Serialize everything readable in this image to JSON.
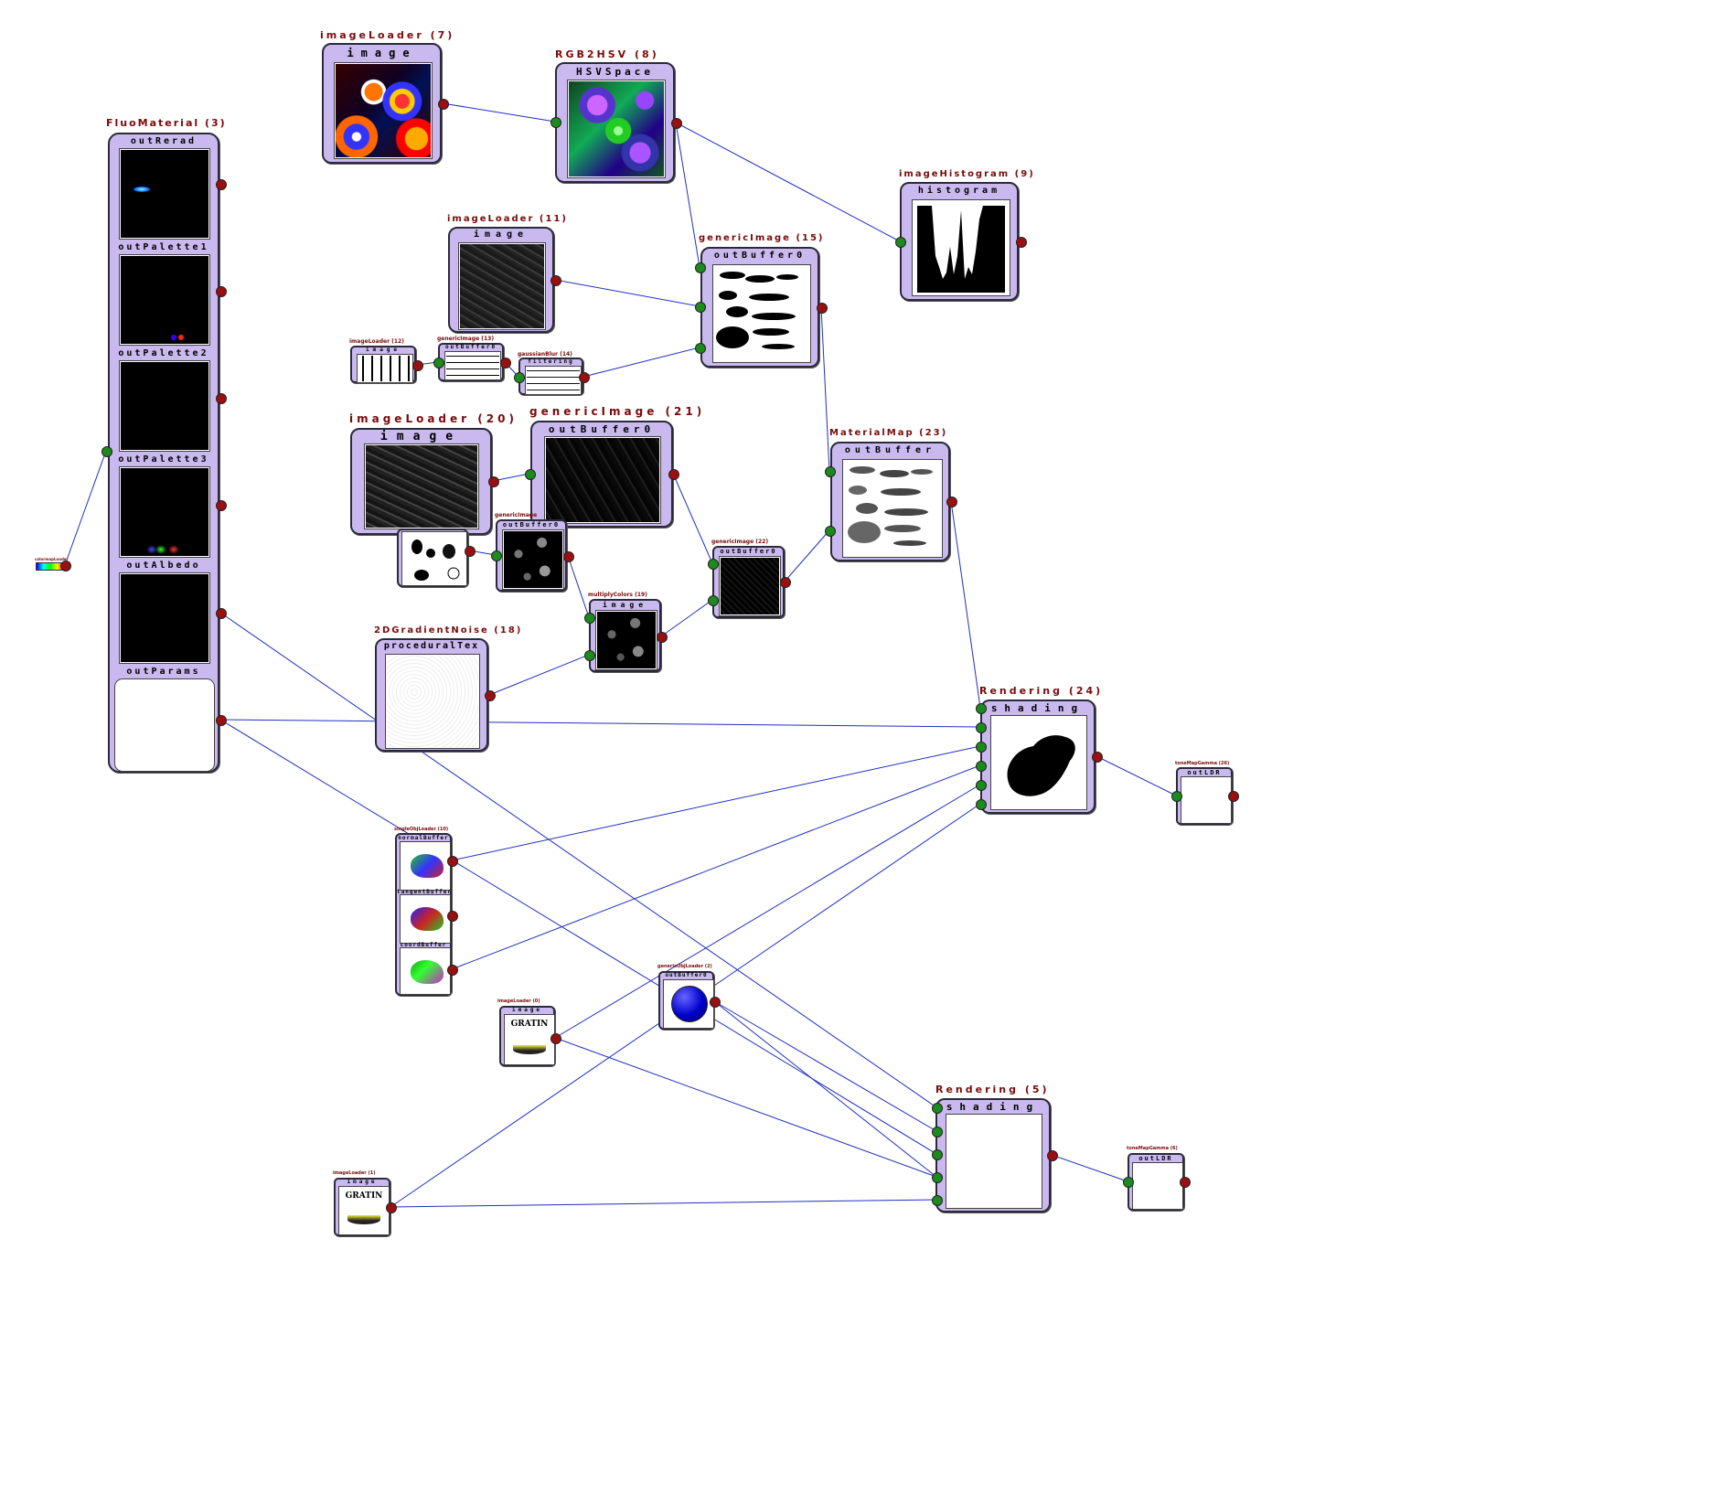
{
  "colors": {
    "node_fill": "#c9b9ee",
    "title_text": "#7a0a0a",
    "wire": "#2030c0",
    "input_port": "#1c8a1c",
    "output_port": "#9a1010"
  },
  "nodes": [
    {
      "id": "fluomaterial-3",
      "title": "FluoMaterial (3)",
      "slots": [
        "outRerad",
        "outPalette1",
        "outPalette2",
        "outPalette3",
        "outAlbedo",
        "outParams"
      ]
    },
    {
      "id": "colormap-small",
      "title": "colormapLoader",
      "slots": []
    },
    {
      "id": "imageloader-7",
      "title": "imageLoader (7)",
      "slots": [
        "image"
      ]
    },
    {
      "id": "rgb2hsv-8",
      "title": "RGB2HSV (8)",
      "slots": [
        "HSVSpace"
      ]
    },
    {
      "id": "imagehistogram-9",
      "title": "imageHistogram (9)",
      "slots": [
        "histogram"
      ]
    },
    {
      "id": "imageloader-11",
      "title": "imageLoader (11)",
      "slots": [
        "image"
      ]
    },
    {
      "id": "genericimage-15",
      "title": "genericImage (15)",
      "slots": [
        "outBuffer0"
      ]
    },
    {
      "id": "imageloader-12",
      "title": "imageLoader (12)",
      "slots": [
        "image"
      ]
    },
    {
      "id": "genericimage-13",
      "title": "genericImage (13)",
      "slots": [
        "outBuffer0"
      ]
    },
    {
      "id": "gaussianblur-14",
      "title": "gaussianBlur (14)",
      "slots": [
        "filtering"
      ]
    },
    {
      "id": "imageloader-20",
      "title": "imageLoader (20)",
      "slots": [
        "image"
      ]
    },
    {
      "id": "genericimage-21",
      "title": "genericImage (21)",
      "slots": [
        "outBuffer0"
      ]
    },
    {
      "id": "materialmap-23",
      "title": "MaterialMap (23)",
      "slots": [
        "outBuffer"
      ]
    },
    {
      "id": "genericimage-small",
      "title": "genericImage",
      "slots": [
        "outBuffer0"
      ]
    },
    {
      "id": "genericimage-22",
      "title": "genericImage (22)",
      "slots": [
        "outBuffer0"
      ]
    },
    {
      "id": "multiplycolors-19",
      "title": "multiplyColors (19)",
      "slots": [
        "image"
      ]
    },
    {
      "id": "gradientnoise-18",
      "title": "2DGradientNoise (18)",
      "slots": [
        "proceduralTex"
      ]
    },
    {
      "id": "rendering-24",
      "title": "Rendering (24)",
      "slots": [
        "shading"
      ]
    },
    {
      "id": "tonemap-26",
      "title": "toneMapGamma (26)",
      "slots": [
        "outLDR"
      ]
    },
    {
      "id": "singleobjloader-10",
      "title": "singleObjLoader (10)",
      "slots": [
        "normalBuffer",
        "tangentBuffer",
        "coordBuffer"
      ]
    },
    {
      "id": "genericobjloader-2",
      "title": "genericObjLoader (2)",
      "slots": [
        "outBuffer0"
      ]
    },
    {
      "id": "imageloader-0",
      "title": "imageLoader (0)",
      "slots": [
        "image"
      ]
    },
    {
      "id": "rendering-5",
      "title": "Rendering (5)",
      "slots": [
        "shading"
      ]
    },
    {
      "id": "tonemap-6",
      "title": "toneMapGamma (6)",
      "slots": [
        "outLDR"
      ]
    },
    {
      "id": "imageloader-1",
      "title": "imageLoader (1)",
      "slots": [
        "image"
      ]
    }
  ],
  "image_labels": {
    "gratin": "GRATIN"
  }
}
